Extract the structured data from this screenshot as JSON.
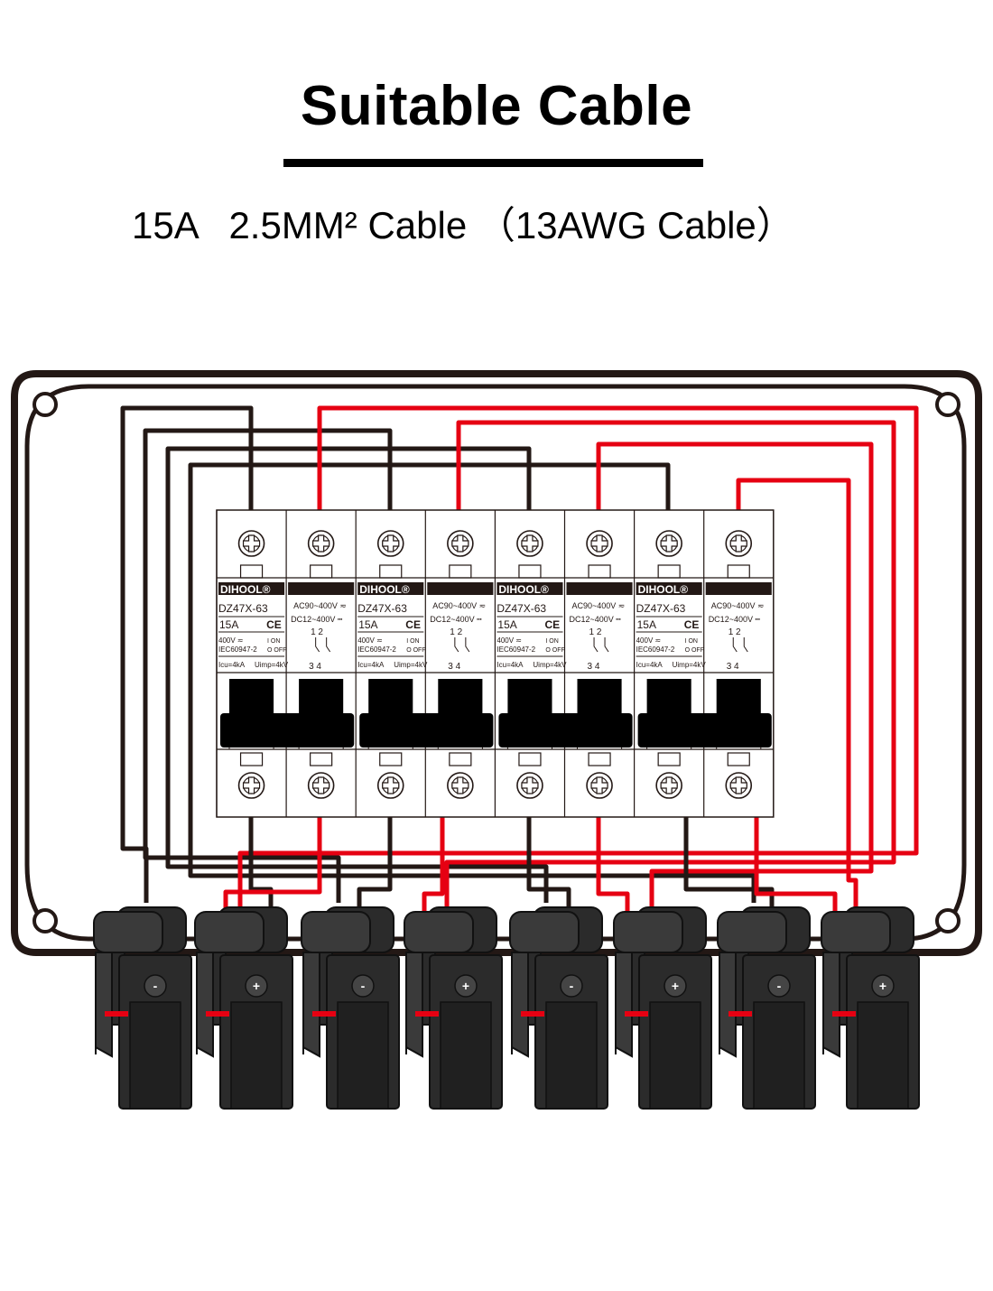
{
  "header": {
    "title": "Suitable Cable",
    "spec_current": "15A",
    "spec_cable": "2.5MM² Cable",
    "spec_awg": "（13AWG Cable）"
  },
  "breaker": {
    "brand": "DIHOOL",
    "model": "DZ47X-63",
    "rating": "15A",
    "ce_mark": "CE",
    "voltage_line": "400V",
    "standard": "IEC60947-2",
    "icu": "Icu=4kA",
    "uimp": "Uimp=4kV",
    "on_label": "I ON",
    "off_label": "O OFF",
    "ac_range": "AC90~400V",
    "dc_range": "DC12~400V",
    "terminals_top": "1 2",
    "terminals_bottom": "3 4"
  },
  "connectors": [
    {
      "polarity": "-"
    },
    {
      "polarity": "+"
    },
    {
      "polarity": "-"
    },
    {
      "polarity": "+"
    },
    {
      "polarity": "-"
    },
    {
      "polarity": "+"
    },
    {
      "polarity": "-"
    },
    {
      "polarity": "+"
    }
  ],
  "colors": {
    "negative_wire": "#231815",
    "positive_wire": "#e60012",
    "connector_body": "#2b2b2b",
    "handle": "#000000"
  }
}
